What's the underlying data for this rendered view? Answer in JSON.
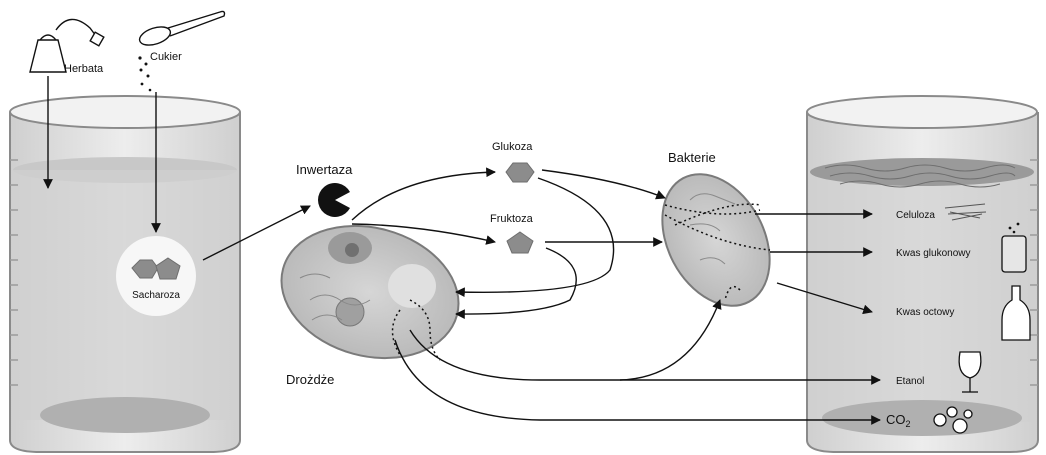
{
  "labels": {
    "tea": "Herbata",
    "sugar": "Cukier",
    "sucrose": "Sacharoza",
    "invertase": "Inwertaza",
    "glucose": "Glukoza",
    "fructose": "Fruktoza",
    "bacteria": "Bakterie",
    "yeast": "Drożdże",
    "cellulose": "Celuloza",
    "gluconic_acid": "Kwas glukonowy",
    "acetic_acid": "Kwas octowy",
    "ethanol": "Etanol",
    "co2_prefix": "CO",
    "co2_sub": "2"
  },
  "colors": {
    "ink": "#111111",
    "glass": "#dcdcdc",
    "glass_edge": "#8a8a8a",
    "cell_fill": "#c9c9c9",
    "cell_edge": "#7a7a7a",
    "molecule": "#8c8c8c"
  },
  "icons": [
    "tea-bag-icon",
    "sugar-spoon-icon",
    "pacman-enzyme-icon",
    "hexagon-molecule-icon",
    "pentagon-molecule-icon",
    "wine-glass-icon",
    "bottle-icon",
    "test-tube-icon",
    "bubbles-icon"
  ]
}
